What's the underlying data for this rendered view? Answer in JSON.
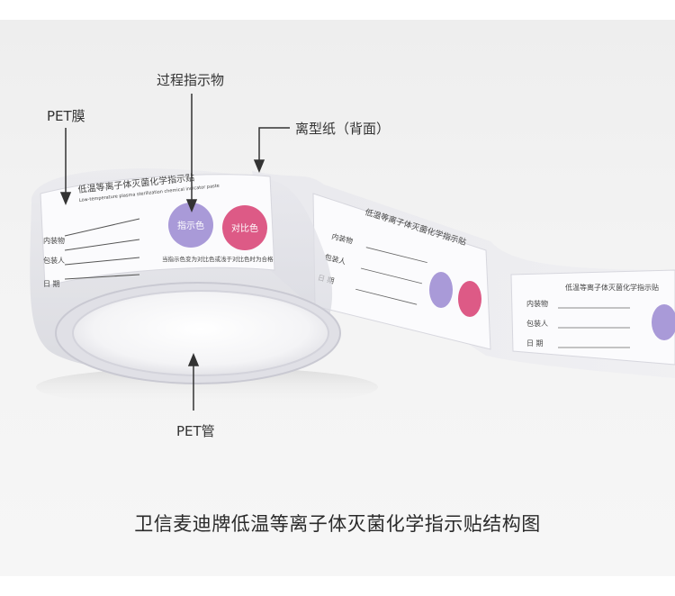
{
  "callouts": {
    "pet_film": "PET膜",
    "indicator": "过程指示物",
    "release_paper": "离型纸（背面）",
    "pet_tube": "PET管"
  },
  "label": {
    "title": "低温等离子体灭菌化学指示贴",
    "subtitle": "Low-temperature plasma sterilization chemical indicator paste",
    "field_contents": "内装物",
    "field_packer": "包装人",
    "field_date": "日  期",
    "dot_indicator": "指示色",
    "dot_compare": "对比色",
    "note": "当指示色变为对比色或浅于对比色时为合格"
  },
  "caption": "卫信麦迪牌低温等离子体灭菌化学指示贴结构图",
  "colors": {
    "indicator_dot": "#a99ad8",
    "compare_dot": "#dd5a86",
    "background": "#f1f1f1",
    "arrow": "#333333"
  }
}
